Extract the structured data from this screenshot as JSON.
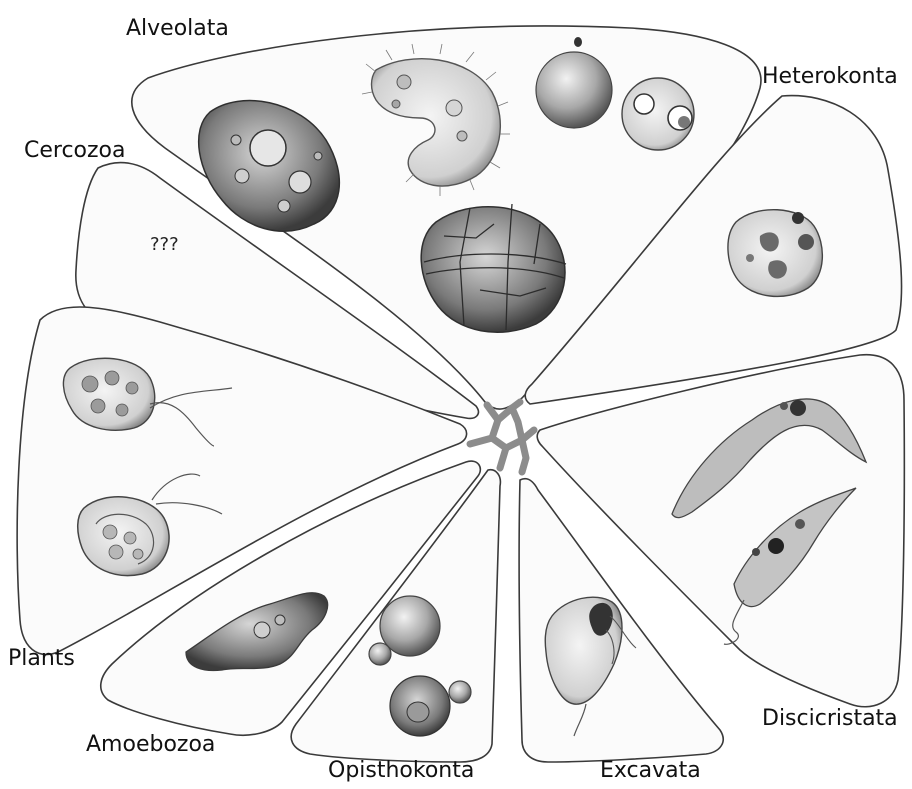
{
  "groups": [
    {
      "id": "alveolata",
      "label": "Alveolata"
    },
    {
      "id": "heterokonta",
      "label": "Heterokonta"
    },
    {
      "id": "cercozoa",
      "label": "Cercozoa",
      "placeholder": "???"
    },
    {
      "id": "plants",
      "label": "Plants"
    },
    {
      "id": "amoebozoa",
      "label": "Amoebozoa"
    },
    {
      "id": "opisthokonta",
      "label": "Opisthokonta"
    },
    {
      "id": "excavata",
      "label": "Excavata"
    },
    {
      "id": "discicristata",
      "label": "Discicristata"
    }
  ],
  "colors": {
    "panel_fill": "#fbfbfb",
    "panel_stroke": "#3a3a3a",
    "tree": "#8c8c8c",
    "organism_dark": "#4a4a4a",
    "organism_mid": "#9a9a9a",
    "organism_light": "#e2e2e2"
  }
}
